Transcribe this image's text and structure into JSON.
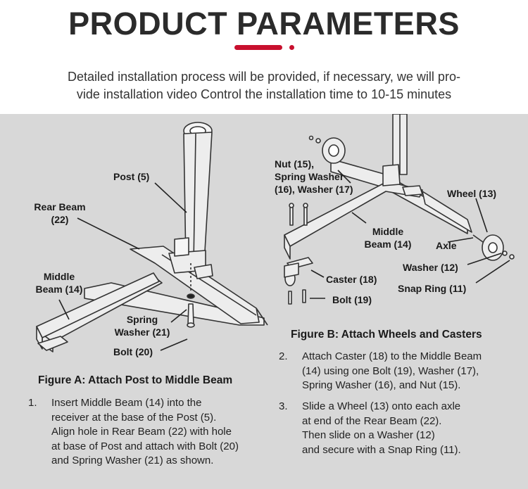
{
  "header": {
    "title": "PRODUCT PARAMETERS",
    "intro_line1": "Detailed installation process will be provided, if necessary, we will pro-",
    "intro_line2": "vide installation video Control the installation time to 10-15 minutes",
    "accent_color": "#c8102e"
  },
  "figure_a": {
    "labels": {
      "post_l1": "Post (5)",
      "rear_l1": "Rear Beam",
      "rear_l2": "(22)",
      "middle_l1": "Middle",
      "middle_l2": "Beam (14)",
      "spring_l1": "Spring",
      "spring_l2": "Washer (21)",
      "bolt_l1": "Bolt (20)"
    },
    "caption": "Figure A:  Attach Post to Middle Beam",
    "step1": {
      "num": "1.",
      "lines": [
        "Insert Middle Beam (14) into the",
        "receiver at the base of the Post (5).",
        "Align hole in Rear Beam (22) with hole",
        "at base of Post and attach with Bolt (20)",
        "and Spring Washer (21) as shown."
      ]
    }
  },
  "figure_b": {
    "labels": {
      "nut_l1": "Nut (15),",
      "nut_l2": "Spring Washer",
      "nut_l3": "(16), Washer (17)",
      "wheel_l1": "Wheel (13)",
      "middle_l1": "Middle",
      "middle_l2": "Beam (14)",
      "axle_l1": "Axle",
      "caster_l1": "Caster (18)",
      "washer_l1": "Washer (12)",
      "snap_l1": "Snap Ring (11)",
      "bolt_l1": "Bolt (19)"
    },
    "caption": "Figure B:  Attach Wheels and Casters",
    "step2": {
      "num": "2.",
      "lines": [
        "Attach Caster (18) to the Middle Beam",
        "(14) using one Bolt (19), Washer (17),",
        "Spring Washer (16), and Nut (15)."
      ]
    },
    "step3": {
      "num": "3.",
      "lines": [
        "Slide a Wheel (13) onto each axle",
        "at end of the Rear Beam (22).",
        "Then slide on a Washer (12)",
        "and secure with a Snap Ring (11)."
      ]
    }
  }
}
